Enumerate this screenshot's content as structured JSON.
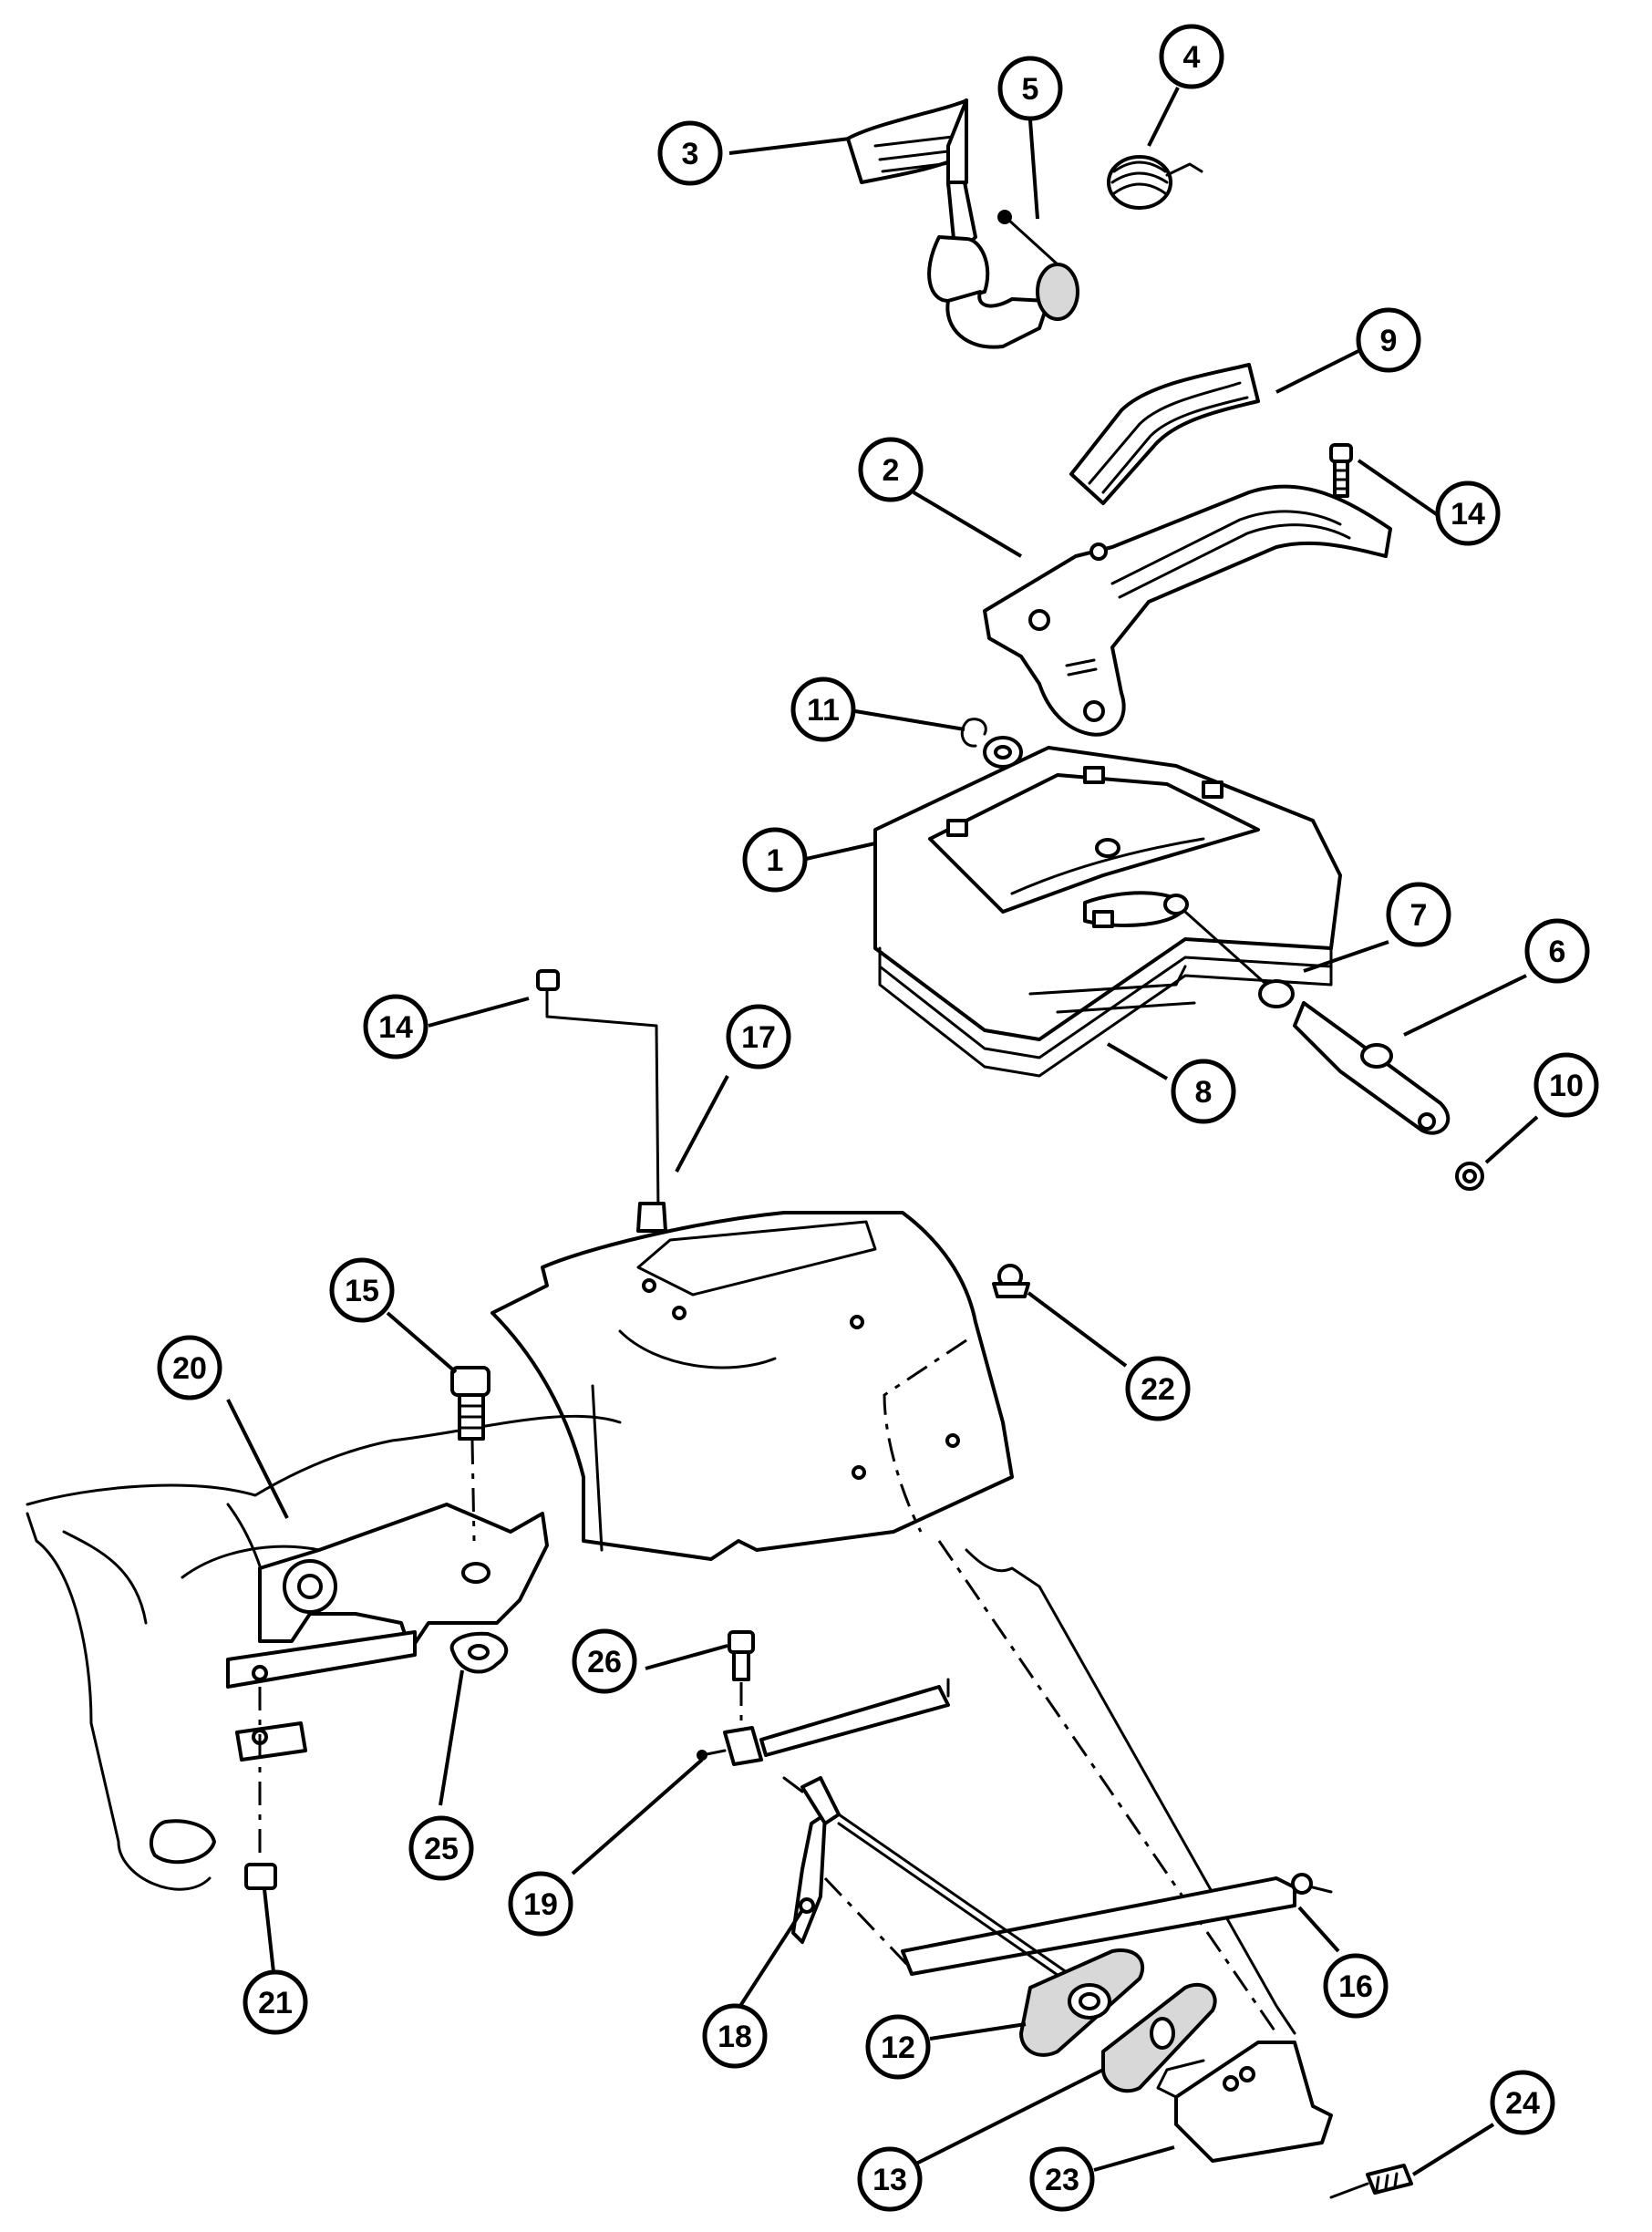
{
  "callouts": [
    {
      "id": "c3",
      "label": "3"
    },
    {
      "id": "c5",
      "label": "5"
    },
    {
      "id": "c4",
      "label": "4"
    },
    {
      "id": "c9",
      "label": "9"
    },
    {
      "id": "c2",
      "label": "2"
    },
    {
      "id": "c14a",
      "label": "14"
    },
    {
      "id": "c11",
      "label": "11"
    },
    {
      "id": "c1",
      "label": "1"
    },
    {
      "id": "c7",
      "label": "7"
    },
    {
      "id": "c6",
      "label": "6"
    },
    {
      "id": "c14b",
      "label": "14"
    },
    {
      "id": "c17",
      "label": "17"
    },
    {
      "id": "c8",
      "label": "8"
    },
    {
      "id": "c10",
      "label": "10"
    },
    {
      "id": "c15",
      "label": "15"
    },
    {
      "id": "c20",
      "label": "20"
    },
    {
      "id": "c22",
      "label": "22"
    },
    {
      "id": "c26",
      "label": "26"
    },
    {
      "id": "c25",
      "label": "25"
    },
    {
      "id": "c19",
      "label": "19"
    },
    {
      "id": "c16",
      "label": "16"
    },
    {
      "id": "c21",
      "label": "21"
    },
    {
      "id": "c18",
      "label": "18"
    },
    {
      "id": "c12",
      "label": "12"
    },
    {
      "id": "c24",
      "label": "24"
    },
    {
      "id": "c13",
      "label": "13"
    },
    {
      "id": "c23",
      "label": "23"
    }
  ]
}
